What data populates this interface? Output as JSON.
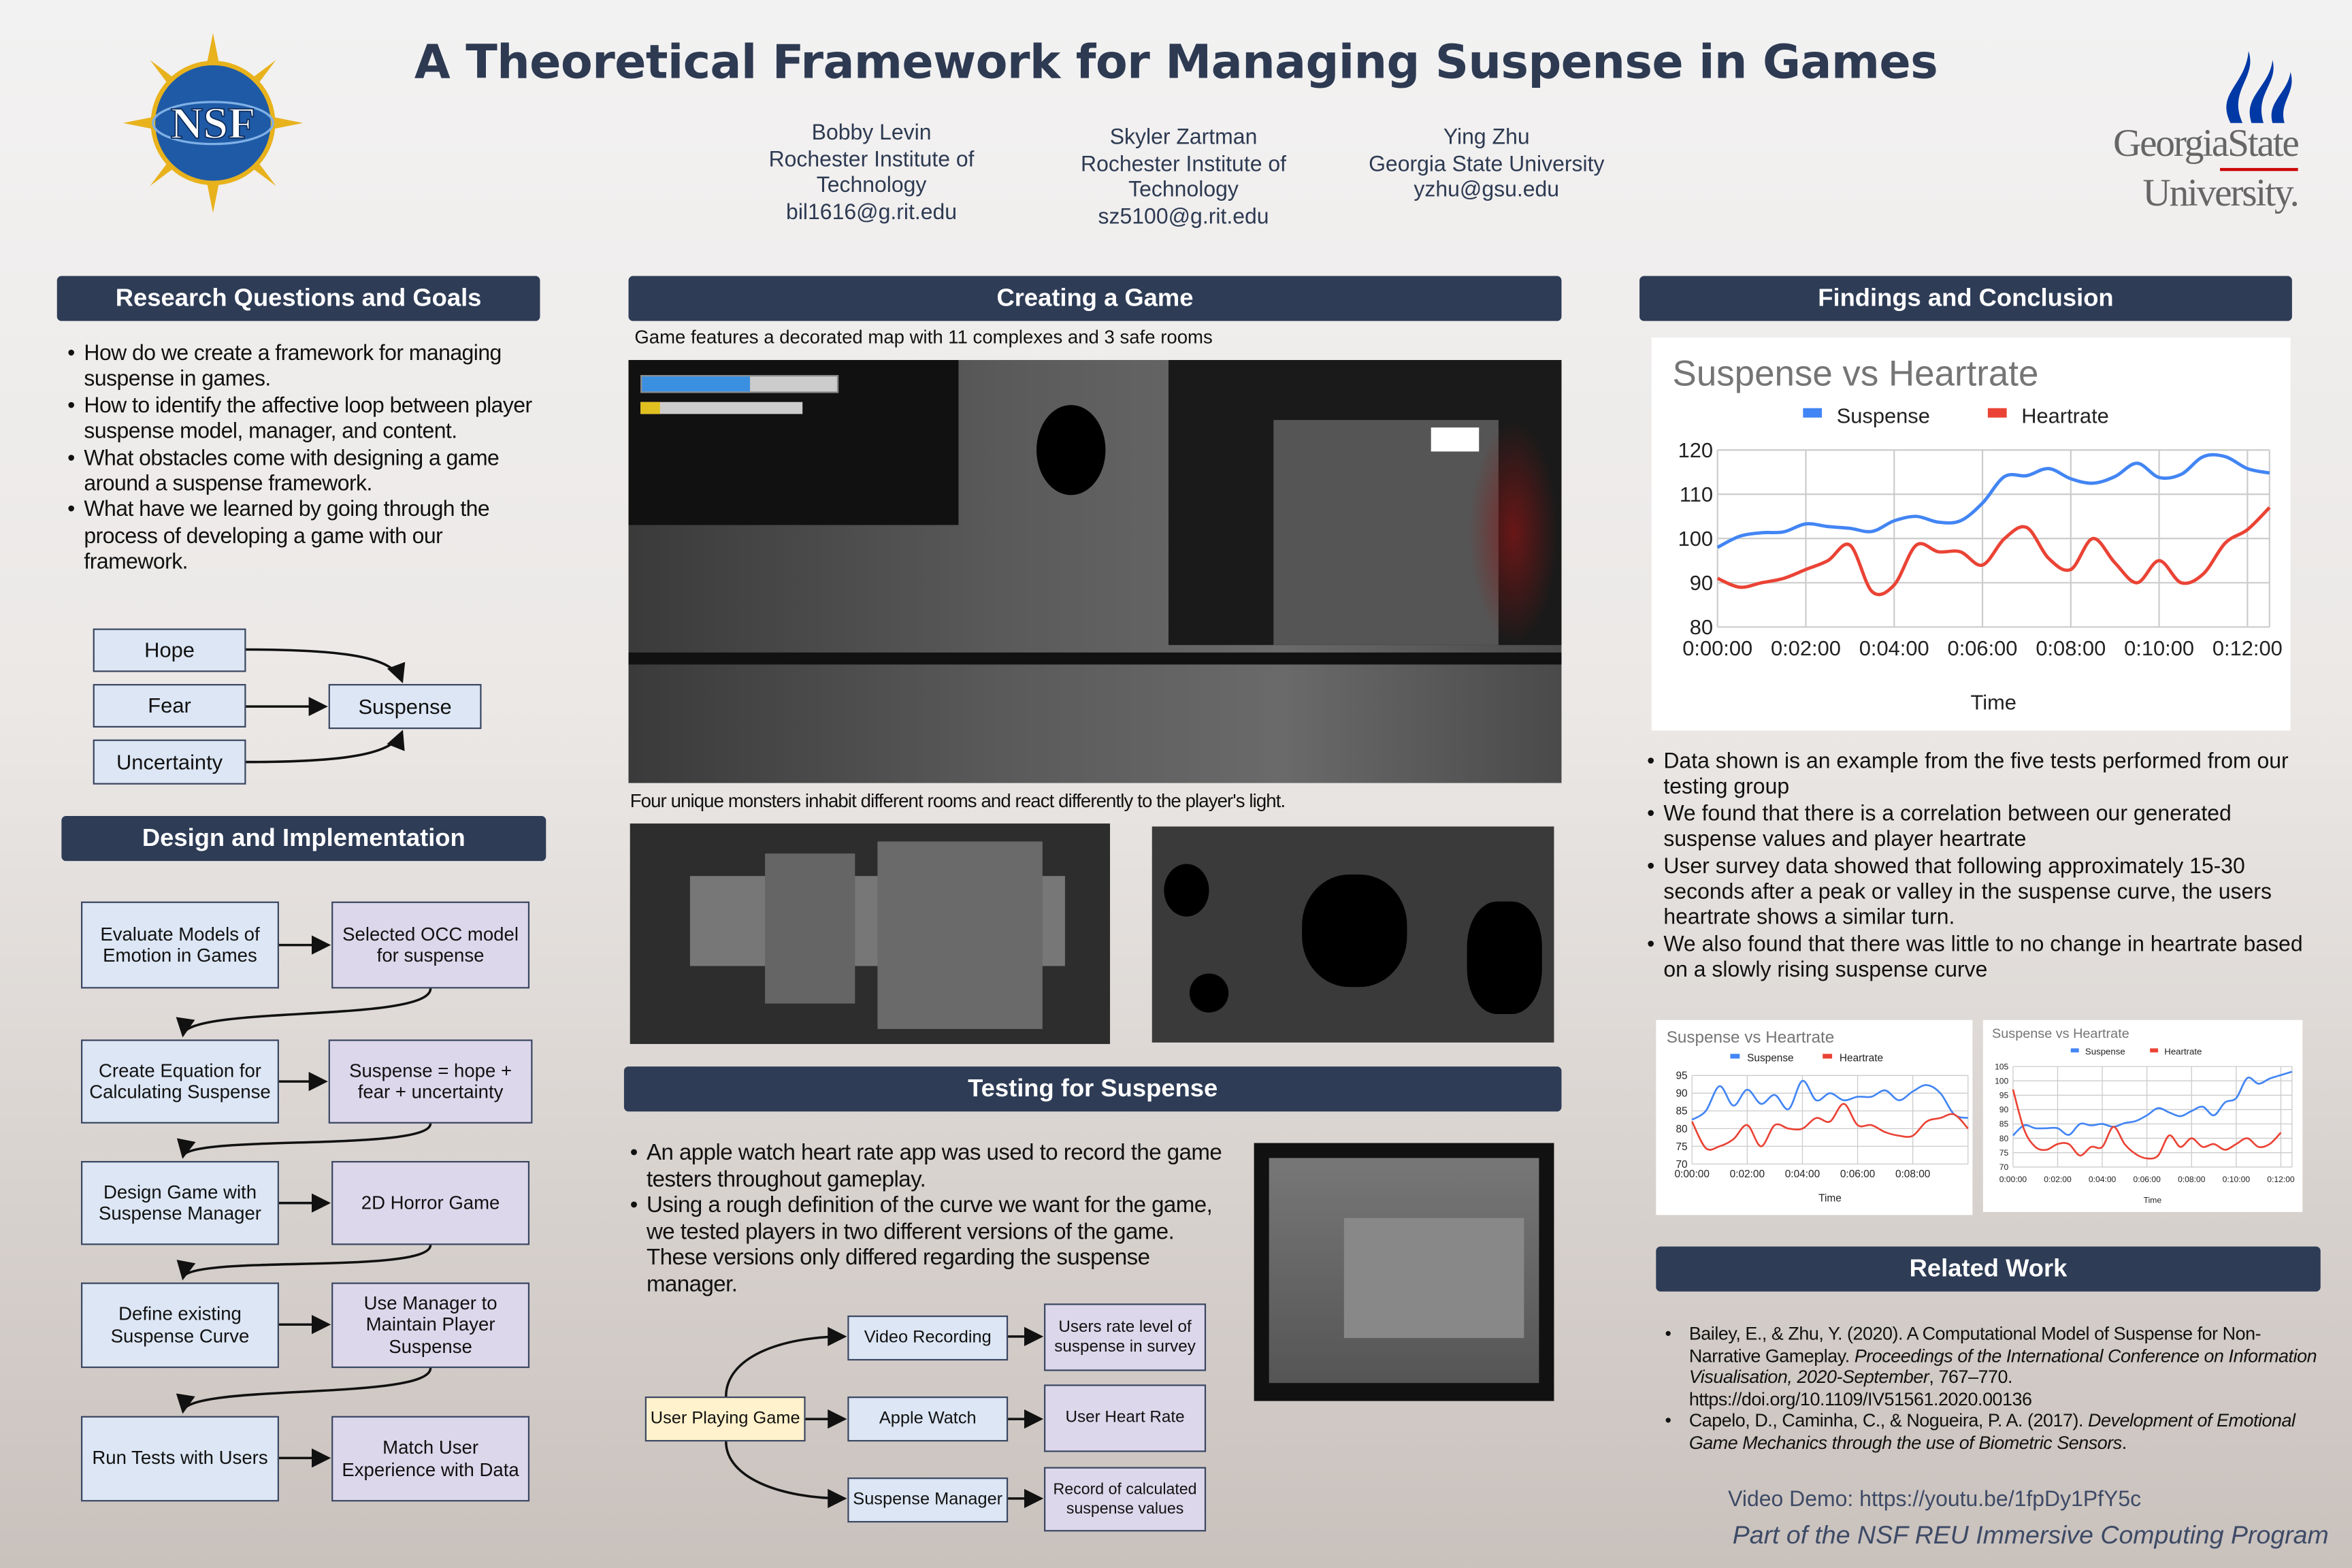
{
  "header": {
    "title": "A Theoretical Framework for Managing Suspense in Games",
    "authors": [
      {
        "name": "Bobby Levin",
        "affiliation": "Rochester Institute of Technology",
        "email": "bil1616@g.rit.edu"
      },
      {
        "name": "Skyler Zartman",
        "affiliation": "Rochester Institute of Technology",
        "email": "sz5100@g.rit.edu"
      },
      {
        "name": "Ying Zhu",
        "affiliation": "Georgia State University",
        "email": "yzhu@gsu.edu"
      }
    ],
    "logos": {
      "left": "NSF",
      "right_line1": "GeorgiaState",
      "right_line2": "University."
    }
  },
  "research": {
    "heading": "Research Questions and Goals",
    "bullets": [
      "How do we create a framework for managing suspense in games.",
      "How to identify the affective loop between player suspense model, manager, and content.",
      "What obstacles come with designing a game around a suspense framework.",
      "What have we learned by going through the process of developing a game with our framework."
    ],
    "diagram": {
      "inputs": [
        "Hope",
        "Fear",
        "Uncertainty"
      ],
      "output": "Suspense"
    }
  },
  "design": {
    "heading": "Design and Implementation",
    "steps": [
      [
        "Evaluate Models of Emotion in Games",
        "Selected OCC model for suspense"
      ],
      [
        "Create Equation for Calculating Suspense",
        "Suspense = hope + fear + uncertainty"
      ],
      [
        "Design Game with Suspense Manager",
        "2D Horror Game"
      ],
      [
        "Define existing Suspense Curve",
        "Use Manager to Maintain Player Suspense"
      ],
      [
        "Run Tests with Users",
        "Match User Experience with Data"
      ]
    ]
  },
  "game": {
    "heading": "Creating a Game",
    "caption1": "Game features a decorated map with 11 complexes and 3 safe rooms",
    "caption2": "Four unique monsters inhabit different rooms and react differently to the player's light."
  },
  "testing": {
    "heading": "Testing for Suspense",
    "bullets": [
      "An apple watch heart rate app was used to record the game testers throughout gameplay.",
      "Using a rough definition of the curve we want for the game, we tested players in two different versions of the game. These versions only differed regarding the suspense manager."
    ],
    "flow": {
      "start": "User Playing Game",
      "middle": [
        "Video Recording",
        "Apple Watch",
        "Suspense Manager"
      ],
      "end": [
        "Users rate level of suspense in survey",
        "User Heart Rate",
        "Record of calculated suspense values"
      ]
    }
  },
  "findings": {
    "heading": "Findings and Conclusion",
    "bullets": [
      "Data shown is an example from the five tests performed from our testing group",
      "We found that there is a correlation between our generated suspense values and player heartrate",
      "User survey data showed that following approximately 15-30 seconds after a peak or valley in the suspense curve, the users heartrate shows a similar turn.",
      "We also found that there was little to no change in heartrate based on a slowly rising suspense curve"
    ]
  },
  "related": {
    "heading": "Related Work",
    "refs": [
      {
        "plain": "Bailey, E., & Zhu, Y. (2020). A Computational Model of Suspense for Non-Narrative Gameplay. ",
        "italic": "Proceedings of the International Conference on Information Visualisation, 2020-September",
        "tail": ", 767–770. https://doi.org/10.1109/IV51561.2020.00136"
      },
      {
        "plain": "Capelo, D., Caminha, C., & Nogueira, P. A. (2017). ",
        "italic": "Development of Emotional Game Mechanics through the use of Biometric Sensors",
        "tail": "."
      }
    ],
    "video": "Video Demo: https://youtu.be/1fpDy1PfY5c",
    "program": "Part of the NSF REU Immersive Computing Program"
  },
  "colors": {
    "navy": "#2e3c56",
    "suspense": "#4285f4",
    "heartrate": "#ea4335"
  },
  "chart_data": [
    {
      "type": "line",
      "title": "Suspense vs Heartrate",
      "xlabel": "Time",
      "ylabel": "",
      "ylim": [
        80,
        120
      ],
      "yticks": [
        80,
        90,
        100,
        110,
        120
      ],
      "xticks": [
        "0:00:00",
        "0:02:00",
        "0:04:00",
        "0:06:00",
        "0:08:00",
        "0:10:00",
        "0:12:00"
      ],
      "xlim_minutes": [
        0,
        12.5
      ],
      "legend": "top-center",
      "grid": true,
      "x_minutes": [
        0,
        0.5,
        1,
        1.5,
        2,
        2.5,
        3,
        3.5,
        4,
        4.5,
        5,
        5.5,
        6,
        6.5,
        7,
        7.5,
        8,
        8.5,
        9,
        9.5,
        10,
        10.5,
        11,
        11.5,
        12,
        12.5
      ],
      "series": [
        {
          "name": "Suspense",
          "values": [
            98,
            100.5,
            101.3,
            101.5,
            103.3,
            102.7,
            102.3,
            101.6,
            104,
            105,
            103.7,
            104,
            108,
            114,
            114.2,
            115.8,
            113.5,
            112.5,
            114,
            117,
            113.8,
            114.5,
            118.5,
            118.5,
            115.8,
            114.8
          ]
        },
        {
          "name": "Heartrate",
          "values": [
            91,
            89,
            90,
            91,
            93,
            95,
            98.5,
            88,
            89.5,
            98.5,
            97,
            97,
            94,
            100,
            102.5,
            95.5,
            93,
            100,
            94.5,
            90,
            95,
            90,
            92,
            99,
            102,
            107
          ]
        }
      ]
    },
    {
      "type": "line",
      "title": "Suspense vs Heartrate",
      "xlabel": "Time",
      "ylim": [
        70,
        95
      ],
      "yticks": [
        70,
        75,
        80,
        85,
        90,
        95
      ],
      "xticks": [
        "0:00:00",
        "0:02:00",
        "0:04:00",
        "0:06:00",
        "0:08:00"
      ],
      "xlim_minutes": [
        0,
        10
      ],
      "legend": "top-center",
      "grid": true,
      "x_minutes": [
        0,
        0.5,
        1,
        1.5,
        2,
        2.5,
        3,
        3.5,
        4,
        4.5,
        5,
        5.5,
        6,
        6.5,
        7,
        7.5,
        8,
        8.5,
        9,
        9.5,
        10
      ],
      "series": [
        {
          "name": "Suspense",
          "values": [
            82.5,
            85,
            92,
            86.5,
            91,
            87,
            89.5,
            85.5,
            93.5,
            88,
            90,
            88,
            89,
            89,
            90.8,
            88,
            90.5,
            92.3,
            90,
            84,
            83
          ]
        },
        {
          "name": "Heartrate",
          "values": [
            82,
            74.5,
            75,
            77,
            81,
            75,
            81,
            80,
            80,
            83,
            82,
            87,
            81,
            81,
            79,
            78,
            78,
            82,
            83,
            84,
            80
          ]
        }
      ]
    },
    {
      "type": "line",
      "title": "Suspense vs Heartrate",
      "xlabel": "Time",
      "ylim": [
        70,
        105
      ],
      "yticks": [
        70,
        75,
        80,
        85,
        90,
        95,
        100,
        105
      ],
      "xticks": [
        "0:00:00",
        "0:02:00",
        "0:04:00",
        "0:06:00",
        "0:08:00",
        "0:10:00",
        "0:12:00"
      ],
      "xlim_minutes": [
        0,
        12.5
      ],
      "legend": "top-center",
      "grid": true,
      "x_minutes": [
        0,
        0.5,
        1,
        1.5,
        2,
        2.5,
        3,
        3.5,
        4,
        4.5,
        5,
        5.5,
        6,
        6.5,
        7,
        7.5,
        8,
        8.5,
        9,
        9.5,
        10,
        10.5,
        11,
        11.5,
        12,
        12.5
      ],
      "series": [
        {
          "name": "Suspense",
          "values": [
            81,
            84.5,
            83.5,
            83.5,
            83.5,
            81.2,
            85,
            84.5,
            85,
            84,
            85.3,
            86,
            88,
            90.5,
            89,
            87.7,
            89.5,
            91,
            88,
            92.5,
            94,
            101,
            99,
            100.8,
            102,
            103.2
          ]
        },
        {
          "name": "Heartrate",
          "values": [
            97,
            83,
            77,
            76,
            78,
            78,
            74,
            77,
            77,
            84,
            78,
            74.5,
            73,
            74,
            81,
            77,
            80,
            77,
            78,
            76,
            78,
            80,
            77,
            78,
            82,
            null
          ]
        }
      ]
    }
  ]
}
